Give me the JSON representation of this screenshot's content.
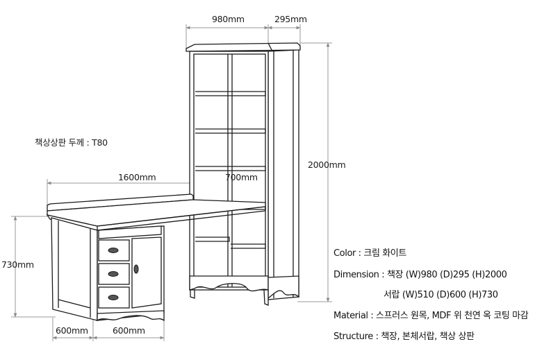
{
  "dimensions": {
    "bookcase_width": "980mm",
    "bookcase_depth": "295mm",
    "total_height": "2000mm",
    "desk_length": "1600mm",
    "desk_depth_overlap": "700mm",
    "desk_height": "730mm",
    "drawer_depth": "600mm",
    "desk_base_width": "600mm"
  },
  "desk_top_note": "책상상판 두께 : T80",
  "specs": {
    "color": "Color : 크림 화이트",
    "dimension_line1": "Dimension : 책장 (W)980 (D)295 (H)2000",
    "dimension_line2": "서랍 (W)510 (D)600 (H)730",
    "material": "Material : 스프러스 원목, MDF 위 천연 옥 코팅 마감",
    "structure": "Structure : 책장, 본체서랍, 책상 상판"
  },
  "colors": {
    "line": "#1a1a1a",
    "dim": "#9a9a9a",
    "furniture_fill": "#ffffff"
  }
}
